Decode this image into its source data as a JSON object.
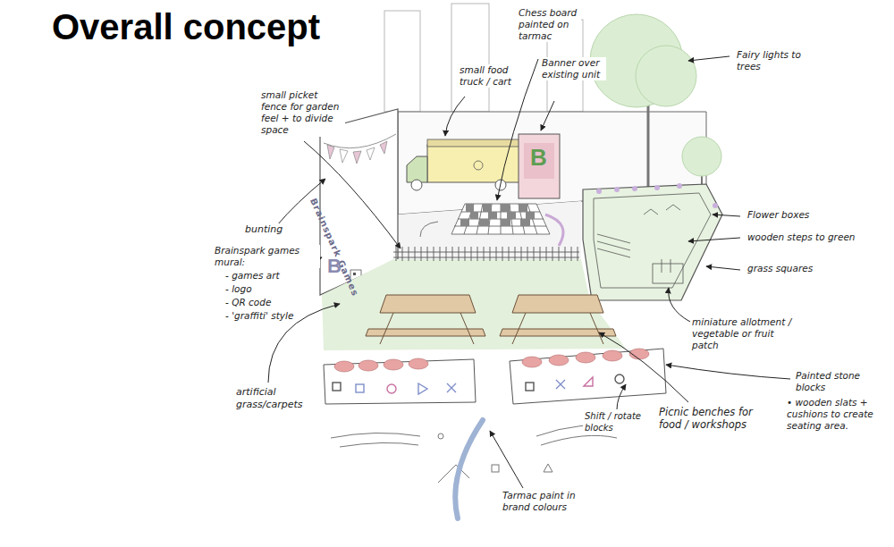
{
  "diagram": {
    "title": "Overall concept",
    "labels": [
      "small picket fence for garden feel + to divide space",
      "small food truck / cart",
      "Chess board painted on tarmac",
      "Banner over existing unit",
      "Fairy lights to trees",
      "bunting",
      "Brainspark games mural:",
      "- games art",
      "- logo",
      "- QR code",
      "- 'graffiti' style",
      "Flower boxes",
      "wooden steps to green",
      "grass squares",
      "miniature allotment / vegetable or fruit patch",
      "artificial grass/carpets",
      "Painted stone blocks",
      "• wooden slats + cushions to create seating area.",
      "Shift / rotate blocks",
      "Picnic benches for food / workshops",
      "Tarmac paint in brand colours",
      "Brainspark Games",
      "B",
      "B"
    ]
  }
}
